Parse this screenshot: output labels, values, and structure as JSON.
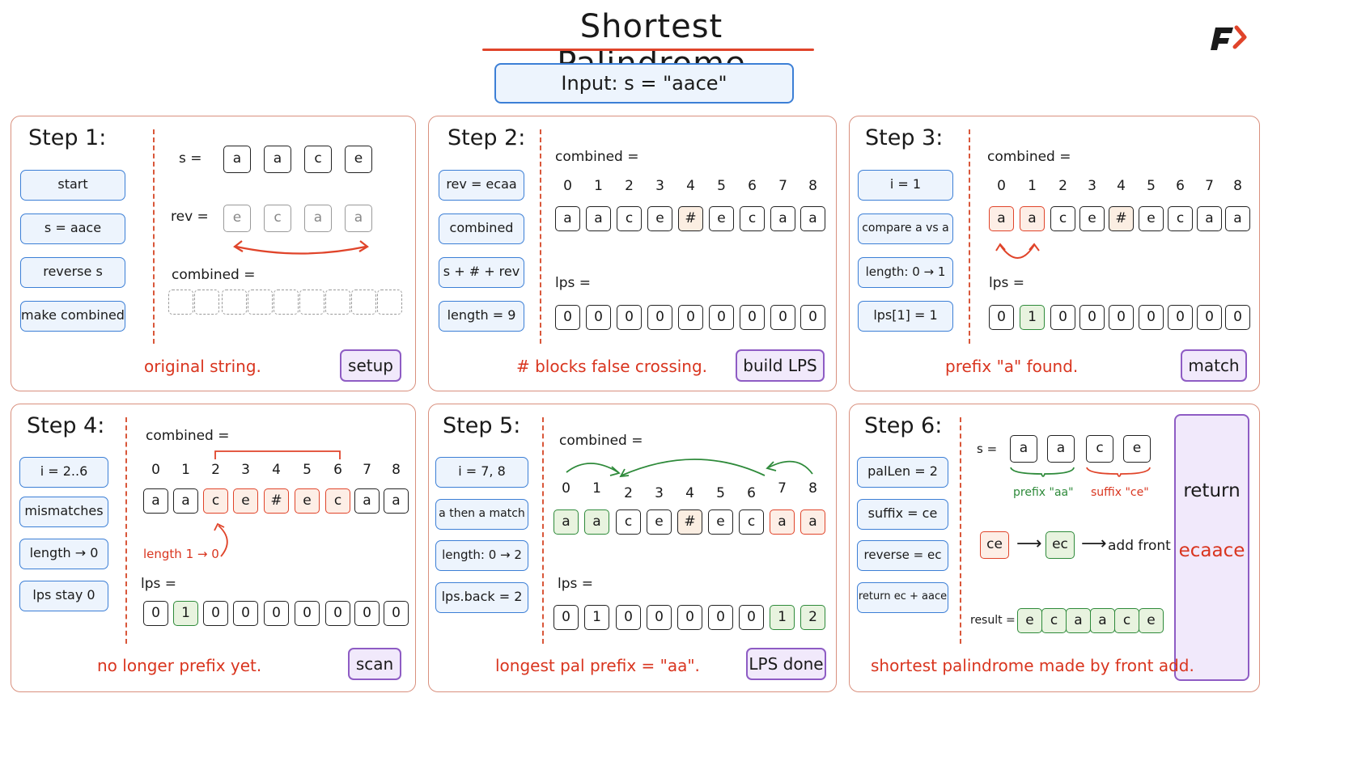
{
  "header": {
    "title": "Shortest Palindrome",
    "input": "Input:  s  =  \"aace\""
  },
  "colors": {
    "accent_red": "#e0442a",
    "blue": "#3c7fd6",
    "green": "#2e8a3a",
    "purple": "#8e5cc4"
  },
  "step1": {
    "title": "Step  1:",
    "buttons": [
      "start",
      "s  =  aace",
      "reverse  s",
      "make  combined"
    ],
    "s_label": "s  =",
    "s": [
      "a",
      "a",
      "c",
      "e"
    ],
    "rev_label": "rev  =",
    "rev": [
      "e",
      "c",
      "a",
      "a"
    ],
    "combined_label": "combined  =",
    "caption": "original  string.",
    "tag": "setup"
  },
  "step2": {
    "title": "Step  2:",
    "buttons": [
      "rev  =  ecaa",
      "combined",
      "s  +  #  +  rev",
      "length  =  9"
    ],
    "combined_label": "combined  =",
    "lps_label": "lps  =",
    "indices": [
      "0",
      "1",
      "2",
      "3",
      "4",
      "5",
      "6",
      "7",
      "8"
    ],
    "combined": [
      "a",
      "a",
      "c",
      "e",
      "#",
      "e",
      "c",
      "a",
      "a"
    ],
    "lps": [
      "0",
      "0",
      "0",
      "0",
      "0",
      "0",
      "0",
      "0",
      "0"
    ],
    "caption": "#  blocks  false  crossing.",
    "tag": "build  LPS"
  },
  "step3": {
    "title": "Step  3:",
    "buttons": [
      "i  =  1",
      "compare  a  vs  a",
      "length:  0  →  1",
      "lps[1]  =  1"
    ],
    "combined_label": "combined  =",
    "lps_label": "lps  =",
    "indices": [
      "0",
      "1",
      "2",
      "3",
      "4",
      "5",
      "6",
      "7",
      "8"
    ],
    "combined": [
      "a",
      "a",
      "c",
      "e",
      "#",
      "e",
      "c",
      "a",
      "a"
    ],
    "lps": [
      "0",
      "1",
      "0",
      "0",
      "0",
      "0",
      "0",
      "0",
      "0"
    ],
    "caption": "prefix  \"a\"  found.",
    "tag": "match"
  },
  "step4": {
    "title": "Step  4:",
    "buttons": [
      "i  =  2..6",
      "mismatches",
      "length  →  0",
      "lps  stay  0"
    ],
    "combined_label": "combined  =",
    "lps_label": "lps  =",
    "indices": [
      "0",
      "1",
      "2",
      "3",
      "4",
      "5",
      "6",
      "7",
      "8"
    ],
    "combined": [
      "a",
      "a",
      "c",
      "e",
      "#",
      "e",
      "c",
      "a",
      "a"
    ],
    "lps": [
      "0",
      "1",
      "0",
      "0",
      "0",
      "0",
      "0",
      "0",
      "0"
    ],
    "note": "length  1  →  0",
    "caption": "no  longer  prefix  yet.",
    "tag": "scan"
  },
  "step5": {
    "title": "Step  5:",
    "buttons": [
      "i  =  7,  8",
      "a  then  a  match",
      "length:  0  →  2",
      "lps.back  =  2"
    ],
    "combined_label": "combined  =",
    "lps_label": "lps  =",
    "indices": [
      "0",
      "1",
      "2",
      "3",
      "4",
      "5",
      "6",
      "7",
      "8"
    ],
    "combined": [
      "a",
      "a",
      "c",
      "e",
      "#",
      "e",
      "c",
      "a",
      "a"
    ],
    "lps": [
      "0",
      "1",
      "0",
      "0",
      "0",
      "0",
      "0",
      "1",
      "2"
    ],
    "caption": "longest  pal  prefix  =  \"aa\".",
    "tag": "LPS  done"
  },
  "step6": {
    "title": "Step  6:",
    "buttons": [
      "palLen  =  2",
      "suffix  =  ce",
      "reverse  =  ec",
      "return  ec  +  aace"
    ],
    "s_label": "s  =",
    "s": [
      "a",
      "a",
      "c",
      "e"
    ],
    "prefix_note": "prefix  \"aa\"",
    "suffix_note": "suffix  \"ce\"",
    "flow_from": "ce",
    "flow_to": "ec",
    "flow_action": "add  front",
    "result_label": "result  =",
    "result": [
      "e",
      "c",
      "a",
      "a",
      "c",
      "e"
    ],
    "return_label": "return",
    "return_value": "ecaace",
    "caption": "shortest  palindrome  made  by  front  add."
  }
}
